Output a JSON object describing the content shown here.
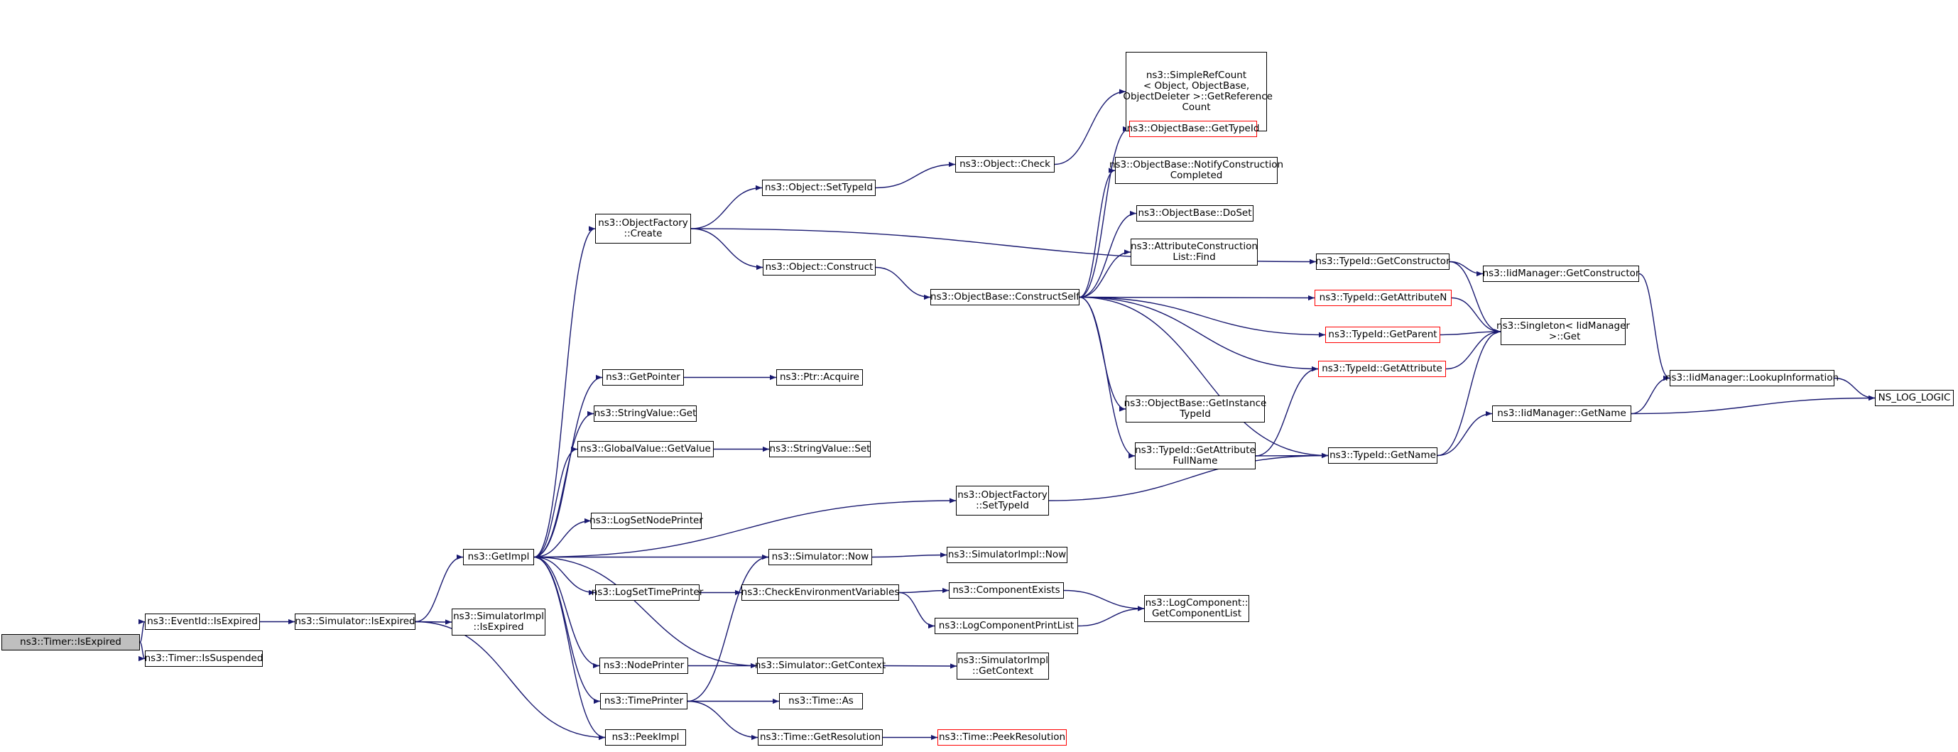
{
  "nodes": [
    {
      "id": "timer_isexpired",
      "label": "ns3::Timer::IsExpired",
      "style": "grey"
    },
    {
      "id": "eventid_isexpired",
      "label": "ns3::EventId::IsExpired"
    },
    {
      "id": "timer_issuspended",
      "label": "ns3::Timer::IsSuspended"
    },
    {
      "id": "simulator_isexpired",
      "label": "ns3::Simulator::IsExpired"
    },
    {
      "id": "simulatorimpl_isexpired",
      "label": "ns3::SimulatorImpl\n::IsExpired"
    },
    {
      "id": "getimpl",
      "label": "ns3::GetImpl"
    },
    {
      "id": "peekimpl",
      "label": "ns3::PeekImpl"
    },
    {
      "id": "objectfactory_create",
      "label": "ns3::ObjectFactory\n::Create"
    },
    {
      "id": "getpointer",
      "label": "ns3::GetPointer"
    },
    {
      "id": "stringvalue_get",
      "label": "ns3::StringValue::Get"
    },
    {
      "id": "globalvalue_getvalue",
      "label": "ns3::GlobalValue::GetValue"
    },
    {
      "id": "logsetnodeprinter",
      "label": "ns3::LogSetNodePrinter"
    },
    {
      "id": "logsettimeprinter",
      "label": "ns3::LogSetTimePrinter"
    },
    {
      "id": "nodeprinter",
      "label": "ns3::NodePrinter"
    },
    {
      "id": "timeprinter",
      "label": "ns3::TimePrinter"
    },
    {
      "id": "object_settypeid",
      "label": "ns3::Object::SetTypeId"
    },
    {
      "id": "object_construct",
      "label": "ns3::Object::Construct"
    },
    {
      "id": "ptr_acquire",
      "label": "ns3::Ptr::Acquire"
    },
    {
      "id": "stringvalue_set",
      "label": "ns3::StringValue::Set"
    },
    {
      "id": "simulator_now",
      "label": "ns3::Simulator::Now"
    },
    {
      "id": "checkenv",
      "label": "ns3::CheckEnvironmentVariables"
    },
    {
      "id": "simulator_getcontext",
      "label": "ns3::Simulator::GetContext"
    },
    {
      "id": "time_as",
      "label": "ns3::Time::As"
    },
    {
      "id": "time_getresolution",
      "label": "ns3::Time::GetResolution"
    },
    {
      "id": "object_check",
      "label": "ns3::Object::Check"
    },
    {
      "id": "objectbase_constructself",
      "label": "ns3::ObjectBase::ConstructSelf"
    },
    {
      "id": "objectfactory_settypeid",
      "label": "ns3::ObjectFactory\n::SetTypeId"
    },
    {
      "id": "simulatorimpl_now",
      "label": "ns3::SimulatorImpl::Now"
    },
    {
      "id": "componentexists",
      "label": "ns3::ComponentExists"
    },
    {
      "id": "logcomponentprintlist",
      "label": "ns3::LogComponentPrintList"
    },
    {
      "id": "simulatorimpl_getcontext",
      "label": "ns3::SimulatorImpl\n::GetContext"
    },
    {
      "id": "time_peekresolution",
      "label": "ns3::Time::PeekResolution",
      "style": "red"
    },
    {
      "id": "simplerefcount",
      "label": "ns3::SimpleRefCount\n< Object, ObjectBase,\n ObjectDeleter >::GetReference\nCount"
    },
    {
      "id": "objectbase_gettypeid",
      "label": "ns3::ObjectBase::GetTypeId",
      "style": "red"
    },
    {
      "id": "objectbase_notify",
      "label": "ns3::ObjectBase::NotifyConstruction\nCompleted"
    },
    {
      "id": "objectbase_doset",
      "label": "ns3::ObjectBase::DoSet"
    },
    {
      "id": "attrconstructionlist_find",
      "label": "ns3::AttributeConstruction\nList::Find"
    },
    {
      "id": "objectbase_getinstancetypeid",
      "label": "ns3::ObjectBase::GetInstance\nTypeId"
    },
    {
      "id": "typeid_getattributefullname",
      "label": "ns3::TypeId::GetAttribute\nFullName"
    },
    {
      "id": "logcomponent_getcomponentlist",
      "label": "ns3::LogComponent::\nGetComponentList"
    },
    {
      "id": "typeid_getconstructor",
      "label": "ns3::TypeId::GetConstructor"
    },
    {
      "id": "typeid_getattributen",
      "label": "ns3::TypeId::GetAttributeN",
      "style": "red"
    },
    {
      "id": "typeid_getparent",
      "label": "ns3::TypeId::GetParent",
      "style": "red"
    },
    {
      "id": "typeid_getattribute",
      "label": "ns3::TypeId::GetAttribute",
      "style": "red"
    },
    {
      "id": "typeid_getname",
      "label": "ns3::TypeId::GetName"
    },
    {
      "id": "iidmanager_getconstructor",
      "label": "ns3::IidManager::GetConstructor"
    },
    {
      "id": "singleton_get",
      "label": "ns3::Singleton< IidManager\n >::Get"
    },
    {
      "id": "iidmanager_getname",
      "label": "ns3::IidManager::GetName"
    },
    {
      "id": "iidmanager_lookupinformation",
      "label": "ns3::IidManager::LookupInformation"
    },
    {
      "id": "ns_log_logic",
      "label": "NS_LOG_LOGIC"
    }
  ],
  "edges": [
    [
      "timer_isexpired",
      "eventid_isexpired"
    ],
    [
      "timer_isexpired",
      "timer_issuspended"
    ],
    [
      "eventid_isexpired",
      "simulator_isexpired"
    ],
    [
      "simulator_isexpired",
      "getimpl"
    ],
    [
      "simulator_isexpired",
      "simulatorimpl_isexpired"
    ],
    [
      "simulator_isexpired",
      "peekimpl"
    ],
    [
      "getimpl",
      "objectfactory_create"
    ],
    [
      "getimpl",
      "getpointer"
    ],
    [
      "getimpl",
      "stringvalue_get"
    ],
    [
      "getimpl",
      "globalvalue_getvalue"
    ],
    [
      "getimpl",
      "objectfactory_settypeid"
    ],
    [
      "getimpl",
      "logsetnodeprinter"
    ],
    [
      "getimpl",
      "logsettimeprinter"
    ],
    [
      "getimpl",
      "nodeprinter"
    ],
    [
      "getimpl",
      "timeprinter"
    ],
    [
      "getimpl",
      "peekimpl"
    ],
    [
      "simulator_now",
      "getimpl"
    ],
    [
      "simulator_getcontext",
      "getimpl"
    ],
    [
      "objectfactory_create",
      "object_settypeid"
    ],
    [
      "objectfactory_create",
      "object_construct"
    ],
    [
      "objectfactory_create",
      "typeid_getconstructor"
    ],
    [
      "object_settypeid",
      "object_check"
    ],
    [
      "object_check",
      "simplerefcount"
    ],
    [
      "object_construct",
      "objectbase_constructself"
    ],
    [
      "getpointer",
      "ptr_acquire"
    ],
    [
      "globalvalue_getvalue",
      "stringvalue_set"
    ],
    [
      "logsettimeprinter",
      "checkenv"
    ],
    [
      "nodeprinter",
      "simulator_getcontext"
    ],
    [
      "timeprinter",
      "simulator_now"
    ],
    [
      "timeprinter",
      "time_as"
    ],
    [
      "timeprinter",
      "time_getresolution"
    ],
    [
      "simulator_now",
      "simulatorimpl_now"
    ],
    [
      "checkenv",
      "componentexists"
    ],
    [
      "checkenv",
      "logcomponentprintlist"
    ],
    [
      "componentexists",
      "logcomponent_getcomponentlist"
    ],
    [
      "logcomponentprintlist",
      "logcomponent_getcomponentlist"
    ],
    [
      "simulator_getcontext",
      "simulatorimpl_getcontext"
    ],
    [
      "time_getresolution",
      "time_peekresolution"
    ],
    [
      "objectbase_constructself",
      "objectbase_gettypeid"
    ],
    [
      "objectbase_constructself",
      "objectbase_notify"
    ],
    [
      "objectbase_constructself",
      "objectbase_doset"
    ],
    [
      "objectbase_constructself",
      "attrconstructionlist_find"
    ],
    [
      "objectbase_constructself",
      "typeid_getattributen"
    ],
    [
      "objectbase_constructself",
      "typeid_getparent"
    ],
    [
      "objectbase_constructself",
      "typeid_getattribute"
    ],
    [
      "objectbase_constructself",
      "objectbase_getinstancetypeid"
    ],
    [
      "objectbase_constructself",
      "typeid_getattributefullname"
    ],
    [
      "objectbase_constructself",
      "typeid_getname"
    ],
    [
      "objectfactory_settypeid",
      "typeid_getname"
    ],
    [
      "typeid_getattributefullname",
      "typeid_getattribute"
    ],
    [
      "typeid_getattributefullname",
      "typeid_getname"
    ],
    [
      "typeid_getconstructor",
      "iidmanager_getconstructor"
    ],
    [
      "typeid_getconstructor",
      "singleton_get"
    ],
    [
      "typeid_getattributen",
      "singleton_get"
    ],
    [
      "typeid_getparent",
      "singleton_get"
    ],
    [
      "typeid_getattribute",
      "singleton_get"
    ],
    [
      "typeid_getname",
      "singleton_get"
    ],
    [
      "typeid_getname",
      "iidmanager_getname"
    ],
    [
      "iidmanager_getconstructor",
      "iidmanager_lookupinformation"
    ],
    [
      "iidmanager_getname",
      "iidmanager_lookupinformation"
    ],
    [
      "iidmanager_getname",
      "ns_log_logic"
    ],
    [
      "iidmanager_lookupinformation",
      "ns_log_logic"
    ]
  ],
  "colors": {
    "edge": "#191970",
    "node_border": "#000000",
    "node_border_highlight": "#ff0000",
    "root_fill": "#bfbfbf"
  }
}
